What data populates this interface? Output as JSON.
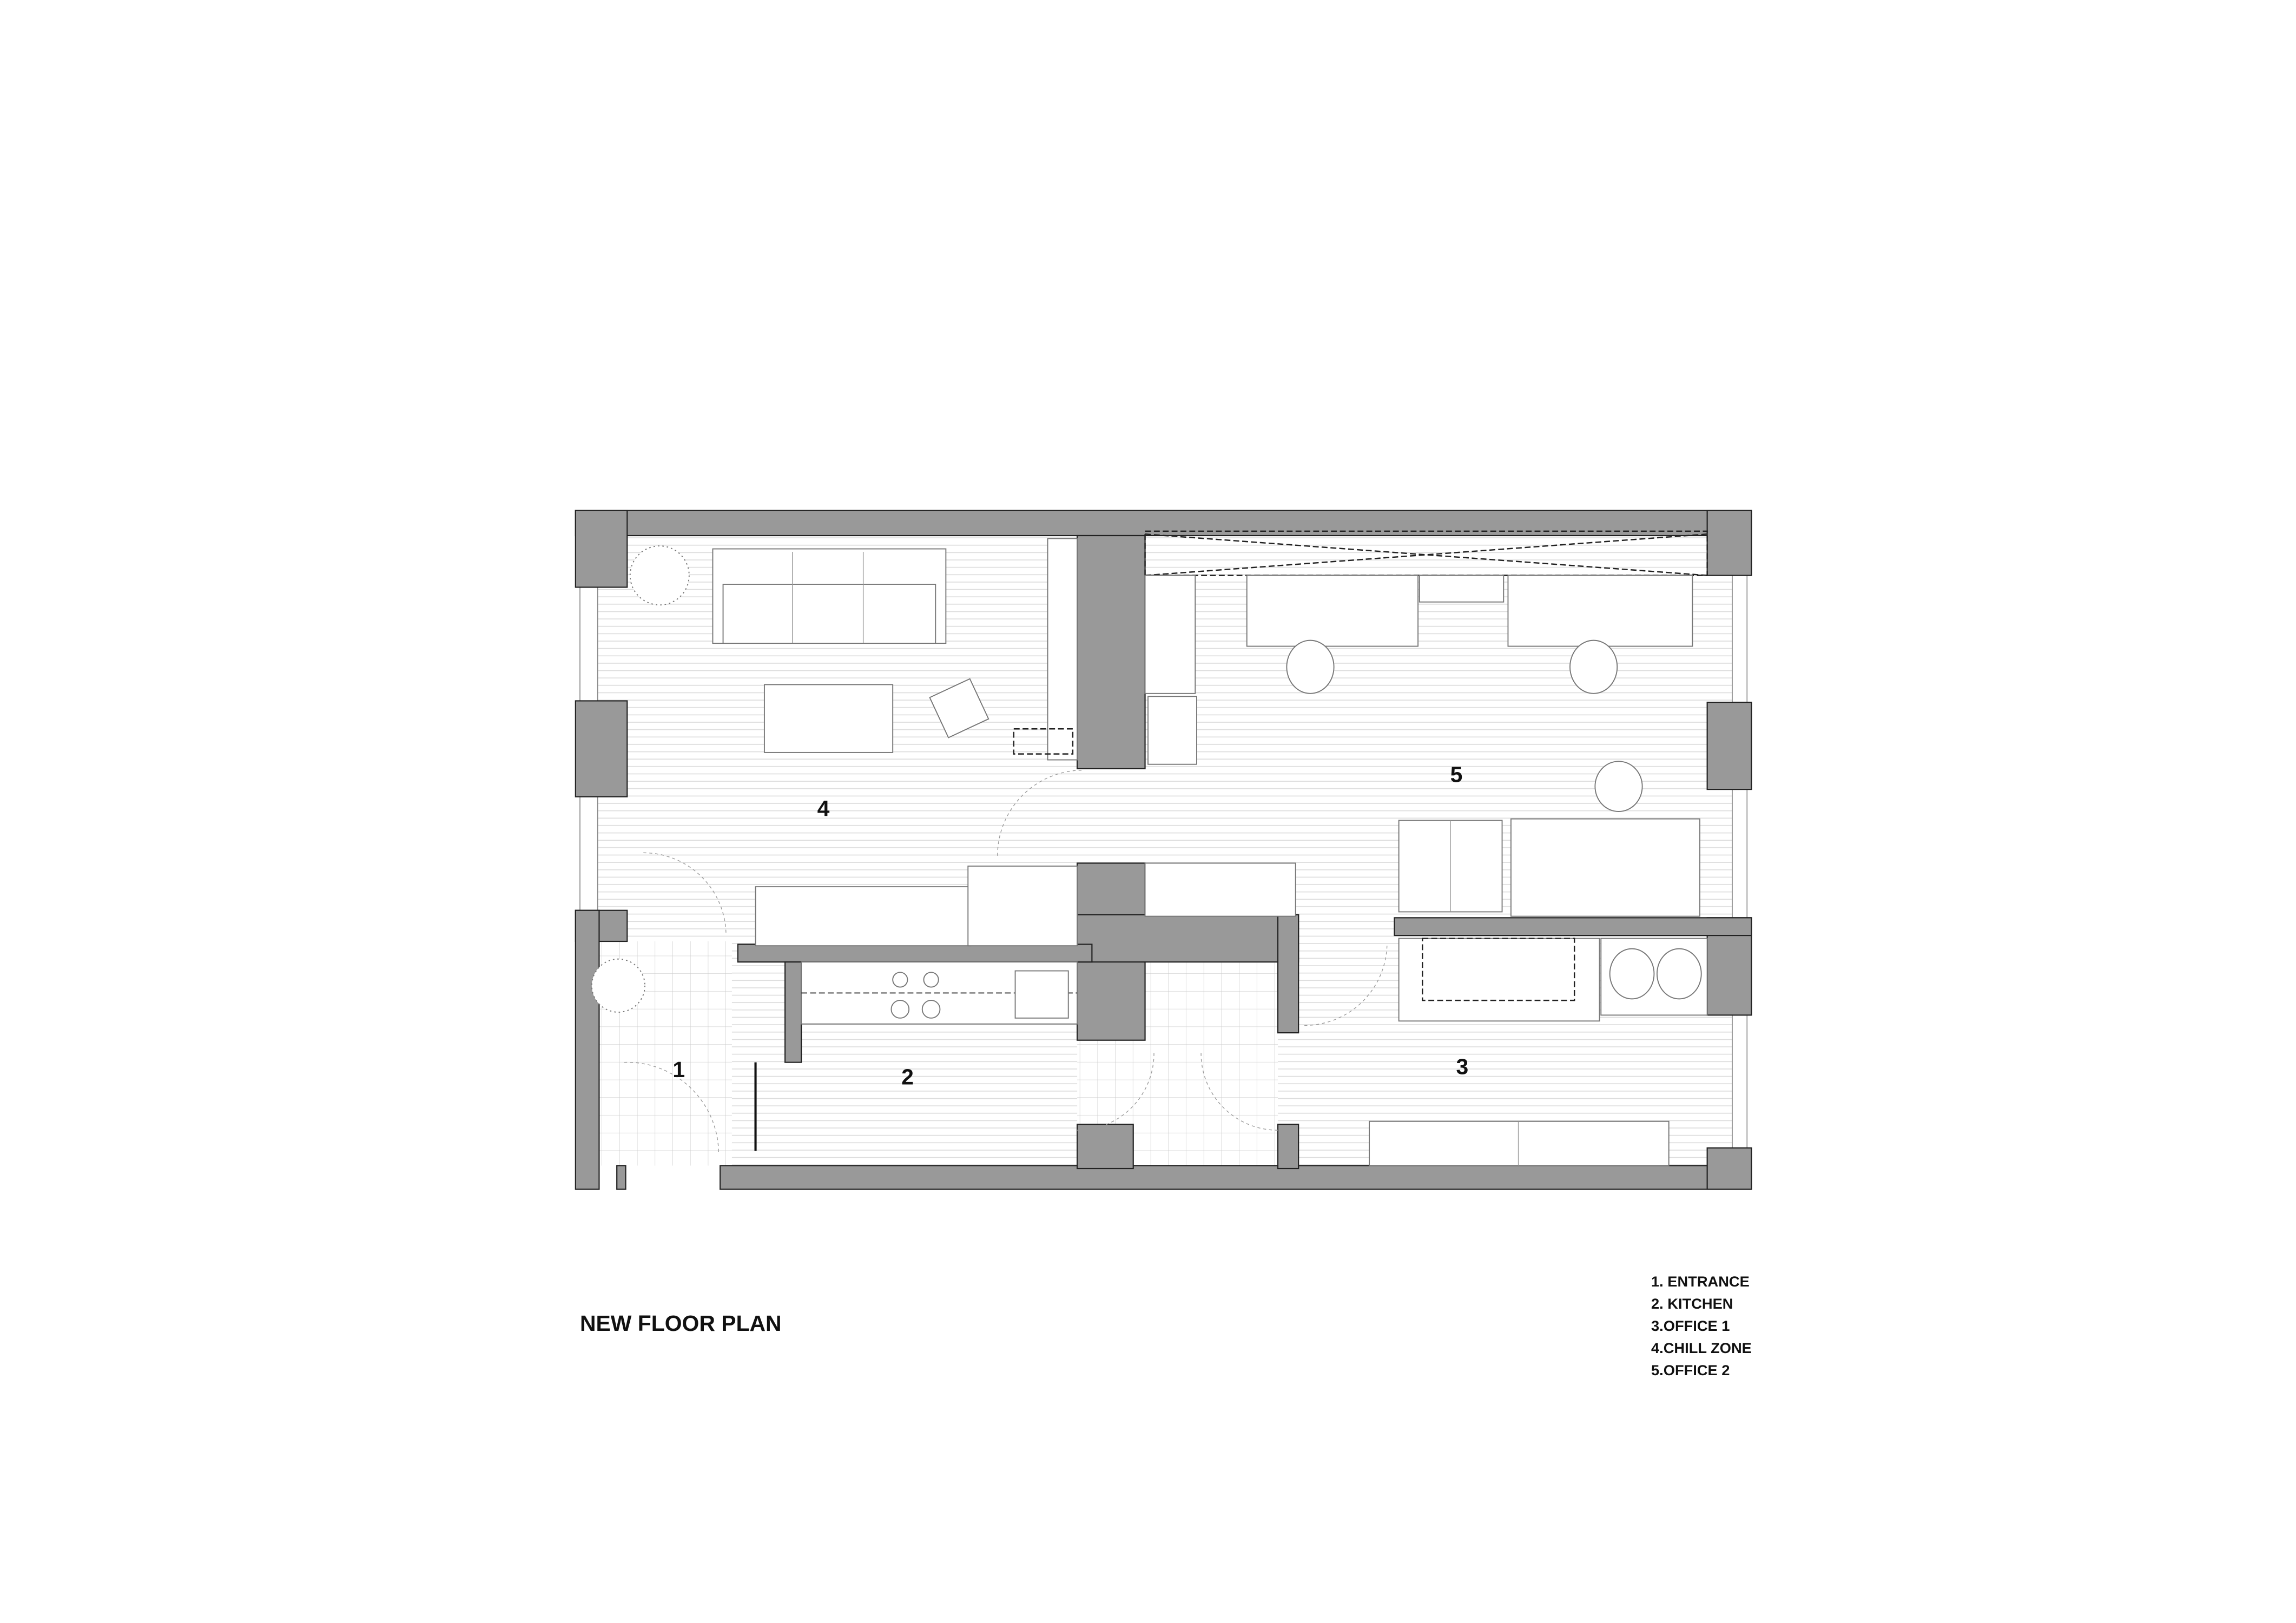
{
  "title": "NEW FLOOR PLAN",
  "rooms": [
    {
      "number": "1",
      "name": "ENTRANCE"
    },
    {
      "number": "2",
      "name": "KITCHEN"
    },
    {
      "number": "3",
      "name": "OFFICE 1"
    },
    {
      "number": "4",
      "name": "CHILL ZONE"
    },
    {
      "number": "5",
      "name": "OFFICE 2"
    }
  ],
  "legend": [
    "1. ENTRANCE",
    "2. KITCHEN",
    "3.OFFICE 1",
    "4.CHILL ZONE",
    "5.OFFICE 2"
  ],
  "colors": {
    "wall": "#999999",
    "floor_line": "#dddddd",
    "ink": "#111111"
  }
}
